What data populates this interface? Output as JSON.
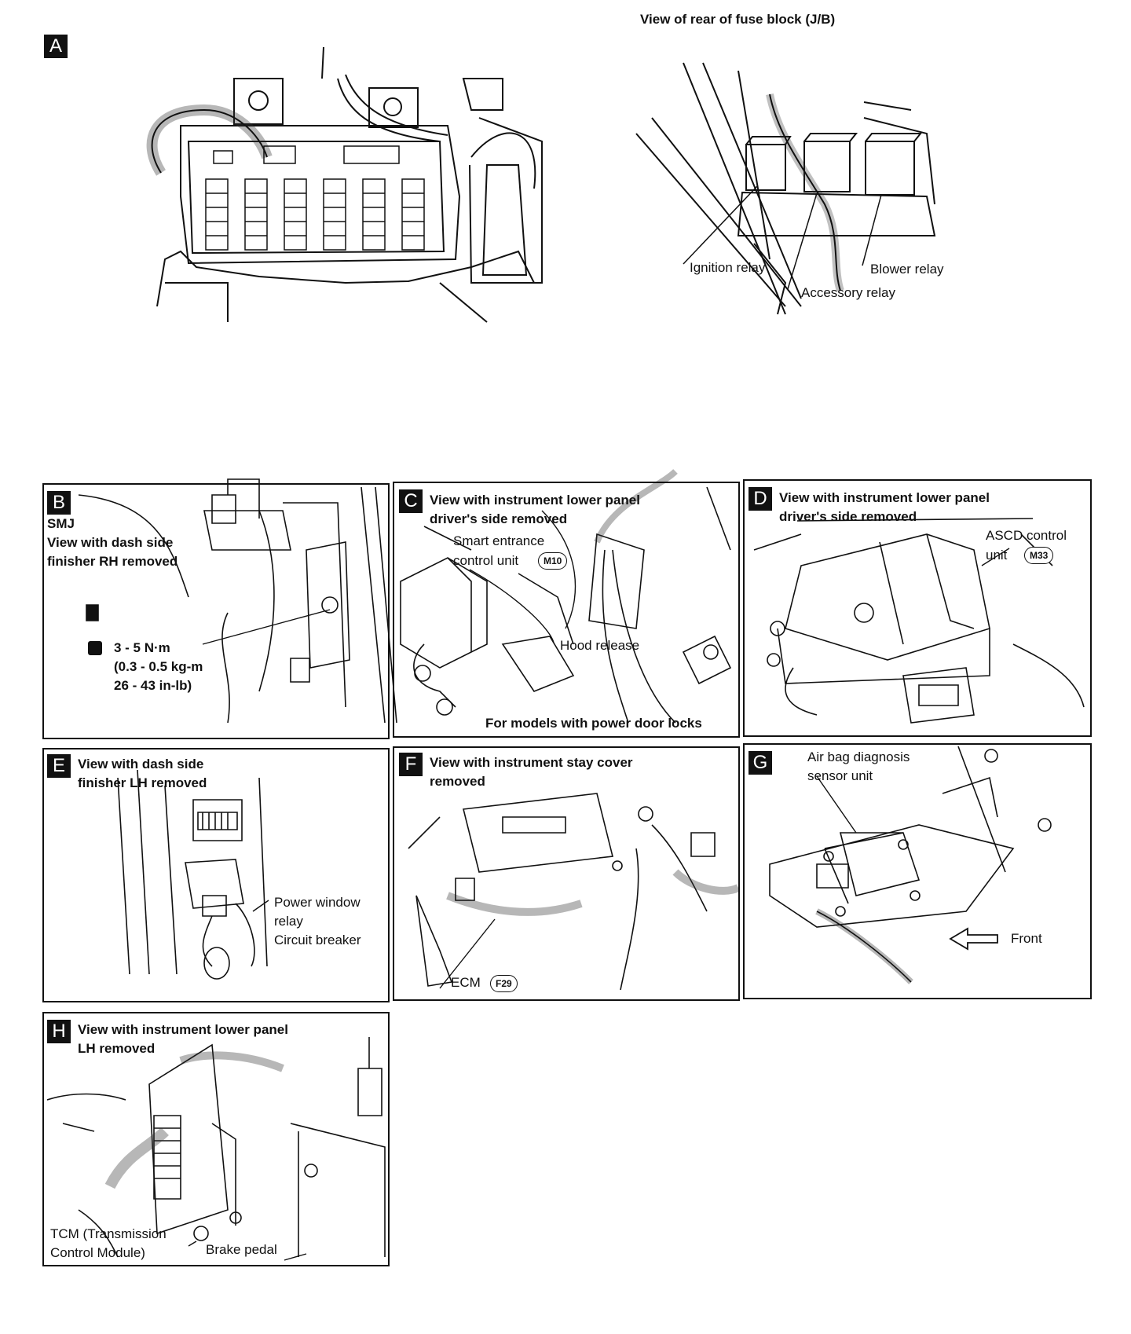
{
  "view_a": {
    "letter": "A",
    "title": "View of rear of fuse block (J/B)",
    "ignition_relay": "Ignition relay",
    "blower_relay": "Blower relay",
    "accessory_relay": "Accessory relay"
  },
  "view_b": {
    "letter": "B",
    "line1": "SMJ",
    "line2": "View with dash side",
    "line3": "finisher RH removed",
    "torque1": "3 - 5 N·m",
    "torque2": "(0.3 - 0.5 kg-m",
    "torque3": "26 - 43 in-lb)"
  },
  "view_c": {
    "letter": "C",
    "line1": "View with instrument lower panel",
    "line2": "driver's side removed",
    "smart1": "Smart entrance",
    "smart2": "control unit",
    "smart_badge": "M10",
    "hood": "Hood release",
    "power_locks": "For models with power door locks"
  },
  "view_d": {
    "letter": "D",
    "line1": "View with instrument lower panel",
    "line2": "driver's side removed",
    "ascd1": "ASCD control",
    "ascd2": "unit",
    "ascd_badge": "M33"
  },
  "view_e": {
    "letter": "E",
    "line1": "View with dash side",
    "line2": "finisher LH removed",
    "pw1": "Power window",
    "pw2": "relay",
    "pw3": "Circuit breaker"
  },
  "view_f": {
    "letter": "F",
    "line1": "View with instrument stay cover",
    "line2": "removed",
    "ecm": "ECM",
    "ecm_badge": "F29"
  },
  "view_g": {
    "letter": "G",
    "line1": "Air bag diagnosis",
    "line2": "sensor unit",
    "front": "Front"
  },
  "view_h": {
    "letter": "H",
    "line1": "View with instrument lower panel",
    "line2": "LH removed",
    "tcm1": "TCM (Transmission",
    "tcm2": "Control Module)",
    "brake": "Brake pedal"
  }
}
